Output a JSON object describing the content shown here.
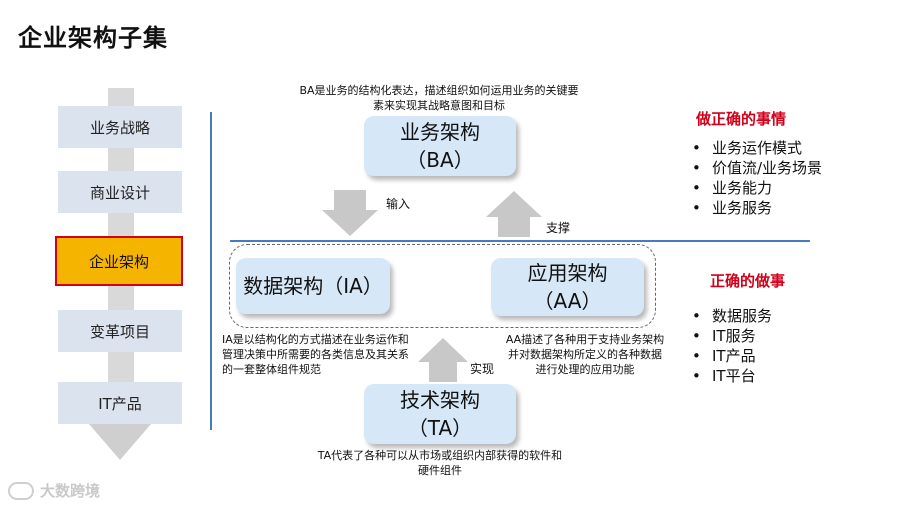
{
  "page": {
    "title": "企业架构子集"
  },
  "stages": [
    {
      "label": "业务战略",
      "active": false
    },
    {
      "label": "商业设计",
      "active": false
    },
    {
      "label": "企业架构",
      "active": true
    },
    {
      "label": "变革项目",
      "active": false
    },
    {
      "label": "IT产品",
      "active": false
    }
  ],
  "ba": {
    "title": "业务架构",
    "abbr": "（BA）",
    "note": "BA是业务的结构化表达，描述组织如何运用业务的关键要素来实现其战略意图和目标"
  },
  "ia": {
    "title": "数据架构（IA）",
    "note": "IA是以结构化的方式描述在业务运作和管理决策中所需要的各类信息及其关系的一套整体组件规范"
  },
  "aa": {
    "title": "应用架构",
    "abbr": "（AA）",
    "note": "AA描述了各种用于支持业务架构并对数据架构所定义的各种数据进行处理的应用功能"
  },
  "ta": {
    "title": "技术架构",
    "abbr": "（TA）",
    "note": "TA代表了各种可以从市场或组织内部获得的软件和硬件组件"
  },
  "arrows": {
    "input": "输入",
    "support": "支撑",
    "realize": "实现"
  },
  "right_top": {
    "heading": "做正确的事情",
    "items": [
      "业务运作模式",
      "价值流/业务场景",
      "业务能力",
      "业务服务"
    ]
  },
  "right_bottom": {
    "heading": "正确的做事",
    "items": [
      "数据服务",
      "IT服务",
      "IT产品",
      "IT平台"
    ]
  },
  "watermark": "大数跨境",
  "colors": {
    "box_fill": "#d6e8f7",
    "highlight": "#f5b400",
    "heading_red": "#d0021b",
    "line_blue": "#4a7ab7"
  }
}
